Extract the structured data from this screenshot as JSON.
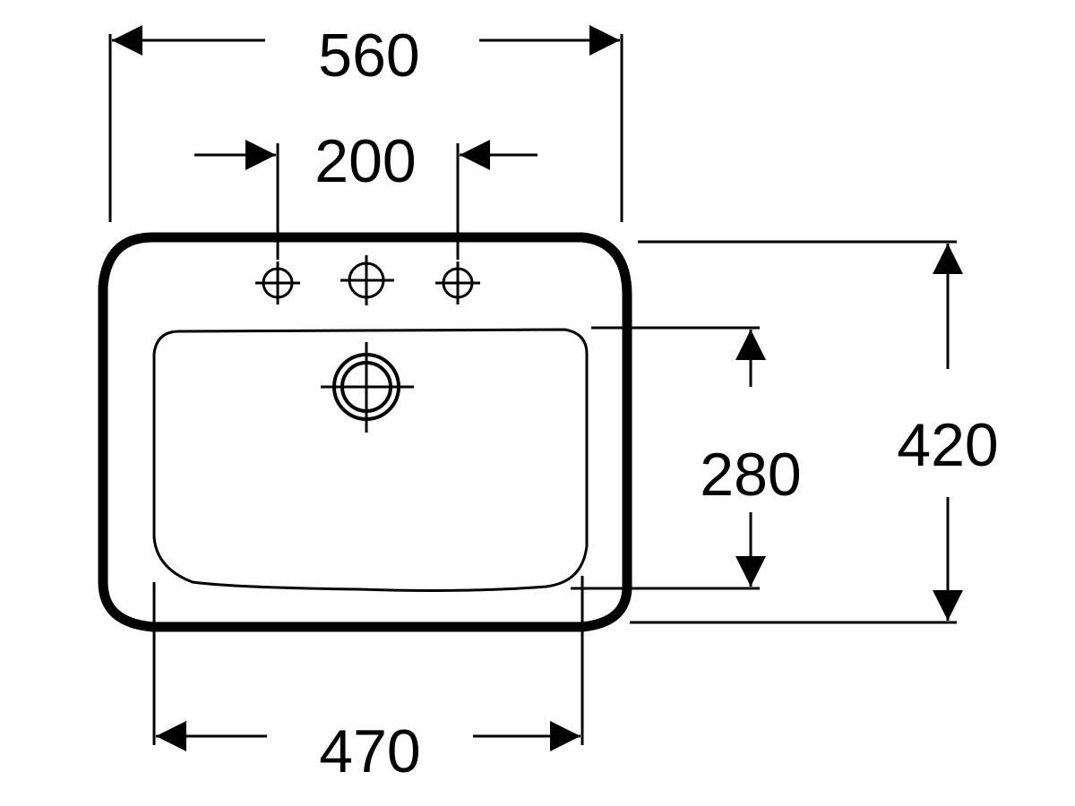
{
  "colors": {
    "line": "#000000",
    "background": "#ffffff"
  },
  "dimensions": {
    "overall_width": "560",
    "tap_hole_spacing": "200",
    "overall_depth": "420",
    "bowl_depth": "280",
    "bowl_width": "470"
  }
}
